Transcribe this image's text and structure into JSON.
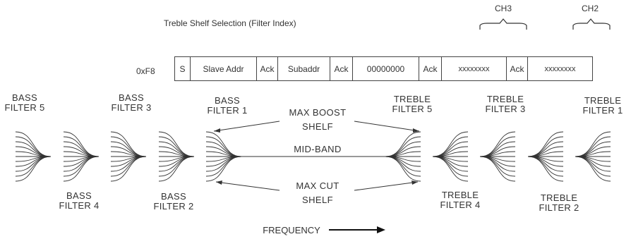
{
  "header": {
    "title": "Treble Shelf Selection (Filter Index)",
    "register": "0xF8"
  },
  "packet": [
    {
      "label": "S",
      "width": 22
    },
    {
      "label": "Slave Addr",
      "width": 94
    },
    {
      "label": "Ack",
      "width": 30
    },
    {
      "label": "Subaddr",
      "width": 74
    },
    {
      "label": "Ack",
      "width": 32
    },
    {
      "label": "00000000",
      "width": 94
    },
    {
      "label": "Ack",
      "width": 32
    },
    {
      "label": "xxxxxxxx",
      "width": 92,
      "small": true
    },
    {
      "label": "Ack",
      "width": 30
    },
    {
      "label": "xxxxxxxx",
      "width": 91,
      "small": true
    }
  ],
  "channels": {
    "ch3": "CH3",
    "ch2": "CH2"
  },
  "filters": {
    "bass5": {
      "line1": "BASS",
      "line2": "FILTER  5"
    },
    "bass3": {
      "line1": "BASS",
      "line2": "FILTER  3"
    },
    "bass1": {
      "line1": "BASS",
      "line2": "FILTER  1"
    },
    "bass4": {
      "line1": "BASS",
      "line2": "FILTER  4"
    },
    "bass2": {
      "line1": "BASS",
      "line2": "FILTER  2"
    },
    "treble5": {
      "line1": "TREBLE",
      "line2": "FILTER  5"
    },
    "treble3": {
      "line1": "TREBLE",
      "line2": "FILTER  3"
    },
    "treble1": {
      "line1": "TREBLE",
      "line2": "FILTER  1"
    },
    "treble4": {
      "line1": "TREBLE",
      "line2": "FILTER  4"
    },
    "treble2": {
      "line1": "TREBLE",
      "line2": "FILTER  2"
    }
  },
  "center": {
    "boost1": "MAX  BOOST",
    "boost2": "SHELF",
    "midband": "MID-BAND",
    "cut1": "MAX  CUT",
    "cut2": "SHELF",
    "frequency": "FREQUENCY"
  }
}
